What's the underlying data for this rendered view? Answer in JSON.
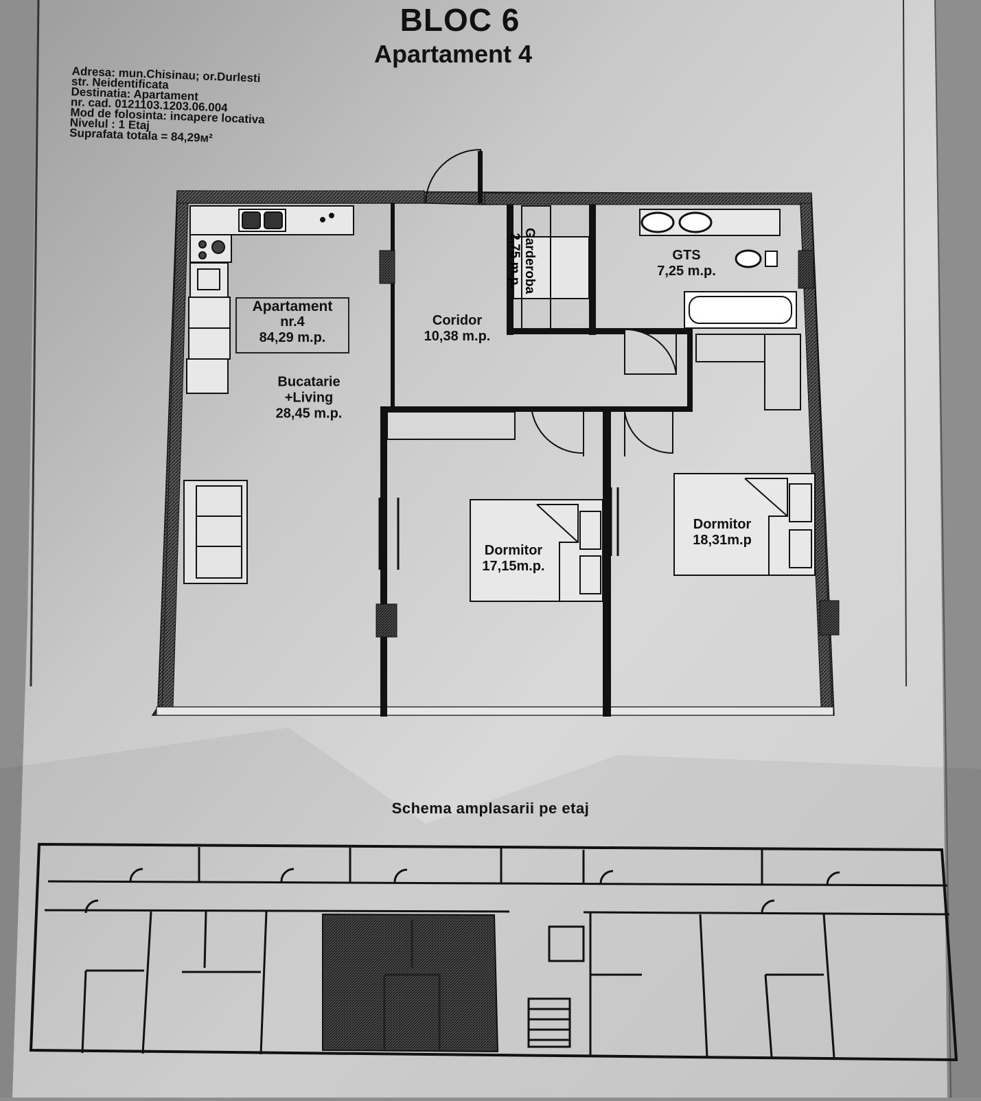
{
  "header": {
    "title": "BLOC 6",
    "subtitle": "Apartament 4"
  },
  "info_lines": [
    "Adresa: mun.Chisinau; or.Durlesti",
    "str. Neidentificata",
    "Destinatia: Apartament",
    "nr. cad. 0121103.1203.06.004",
    "Mod de folosinta: incapere locativa",
    "Nivelul : 1 Etaj",
    "Suprafata totala = 84,29м²"
  ],
  "summary": {
    "name": "Apartament",
    "number": "nr.4",
    "area": "84,29 m.p."
  },
  "rooms": {
    "coridor": {
      "name": "Coridor",
      "area": "10,38 m.p."
    },
    "garderoba": {
      "name": "Garderoba",
      "area": "2,75 m.p."
    },
    "gts": {
      "name": "GTS",
      "area": "7,25 m.p."
    },
    "bucatarie": {
      "name": "Bucatarie",
      "name2": "+Living",
      "area": "28,45 m.p."
    },
    "dormitor1": {
      "name": "Dormitor",
      "area": "17,15m.p."
    },
    "dormitor2": {
      "name": "Dormitor",
      "area": "18,31m.p"
    }
  },
  "schema": {
    "title": "Schema amplasarii pe etaj"
  }
}
